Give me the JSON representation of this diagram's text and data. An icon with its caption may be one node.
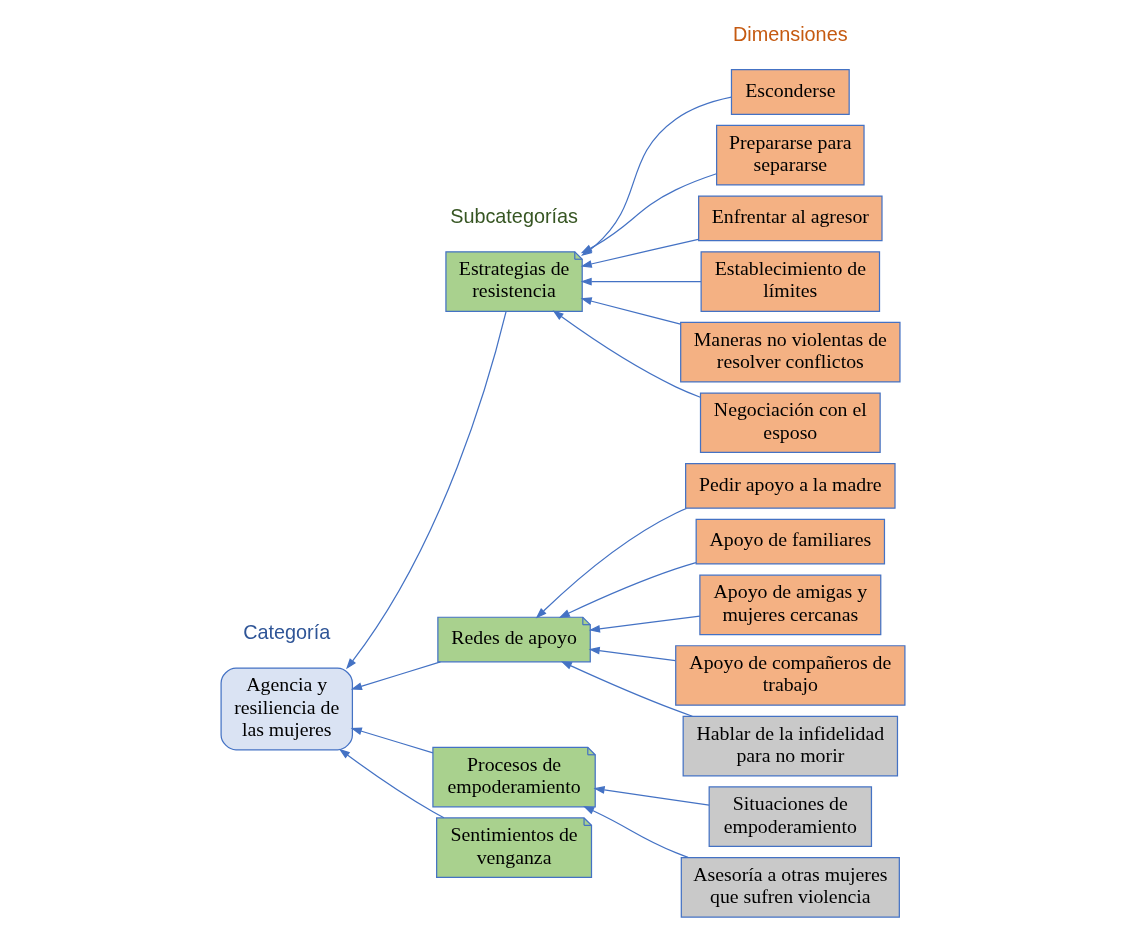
{
  "diagram": {
    "nodes": [
      {
        "text": [
          "Agencia y resiliencia de las mujeres"
        ]
      },
      {
        "text": [
          "Estrategias de resistencia"
        ]
      },
      {
        "text": [
          "Redes de apoyo"
        ]
      },
      {
        "text": [
          "Procesos de empoderamiento"
        ]
      },
      {
        "text": [
          "Sentimientos de venganza"
        ]
      },
      {
        "text": [
          "Esconderse"
        ]
      },
      {
        "text": [
          "Prepararse para separarse"
        ]
      },
      {
        "text": [
          "Enfrentar al agresor"
        ]
      },
      {
        "text": [
          "Establecimiento de límites"
        ]
      },
      {
        "text": [
          "Maneras no violentas de resolver conflictos"
        ]
      },
      {
        "text": [
          "Negociación con el esposo"
        ]
      },
      {
        "text": [
          "Pedir apoyo a la madre"
        ]
      },
      {
        "text": [
          "Apoyo de familiares"
        ]
      },
      {
        "text": [
          "Apoyo de amigas y mujeres cercanas"
        ]
      },
      {
        "text": [
          "Apoyo de compañeros de trabajo"
        ]
      },
      {
        "text": [
          "Hablar de la infidelidad para no morir"
        ]
      },
      {
        "text": [
          "Situaciones de empoderamiento"
        ]
      },
      {
        "text": [
          "Asesoría a otras mujeres que sufren violencia"
        ]
      }
    ],
    "edges": [
      {
        "from": 1,
        "to": 0,
        "arrow": "to"
      },
      {
        "from": 2,
        "to": 0,
        "arrow": "to"
      },
      {
        "from": 3,
        "to": 0,
        "arrow": "to"
      },
      {
        "from": 4,
        "to": 0,
        "arrow": "to"
      },
      {
        "from": 5,
        "to": 1,
        "arrow": "to"
      },
      {
        "from": 6,
        "to": 1,
        "arrow": "to"
      },
      {
        "from": 7,
        "to": 1,
        "arrow": "to"
      },
      {
        "from": 8,
        "to": 1,
        "arrow": "to"
      },
      {
        "from": 9,
        "to": 1,
        "arrow": "to"
      },
      {
        "from": 10,
        "to": 1,
        "arrow": "to"
      },
      {
        "from": 11,
        "to": 2,
        "arrow": "to"
      },
      {
        "from": 12,
        "to": 2,
        "arrow": "to"
      },
      {
        "from": 13,
        "to": 2,
        "arrow": "to"
      },
      {
        "from": 14,
        "to": 2,
        "arrow": "to"
      },
      {
        "from": 15,
        "to": 2,
        "arrow": "to"
      },
      {
        "from": 16,
        "to": 3,
        "arrow": "to"
      },
      {
        "from": 17,
        "to": 3,
        "arrow": "to"
      }
    ],
    "labels": [
      "Subcategorías",
      "Categoría",
      "Dimensiones"
    ]
  }
}
